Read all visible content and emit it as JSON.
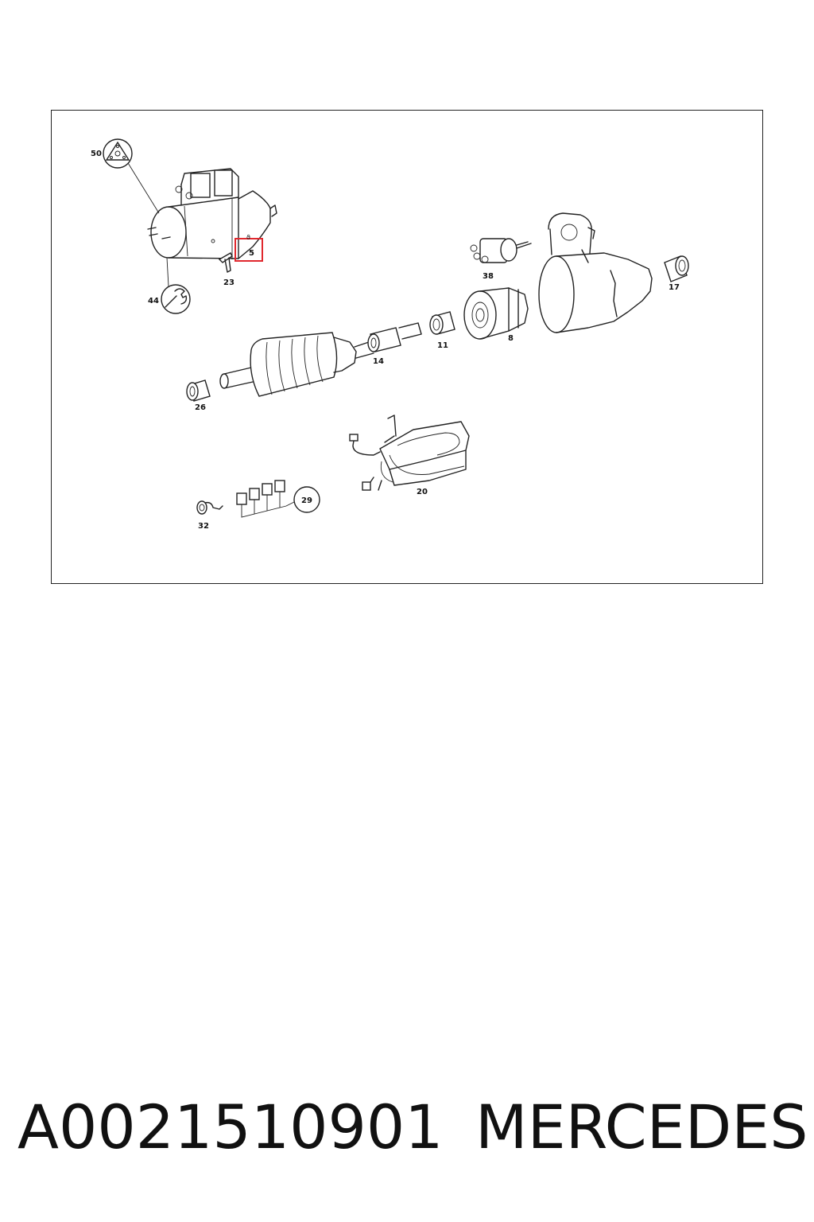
{
  "diagram": {
    "callouts": {
      "c50": "50",
      "c44": "44",
      "c23": "23",
      "c5": "5",
      "c38": "38",
      "c17": "17",
      "c11": "11",
      "c8": "8",
      "c14": "14",
      "c26": "26",
      "c20": "20",
      "c29": "29",
      "c32": "32"
    },
    "highlighted_callout": "5",
    "highlight_color": "#e0282e"
  },
  "caption": {
    "part_number": "A0021510901",
    "brand": "MERCEDES"
  }
}
